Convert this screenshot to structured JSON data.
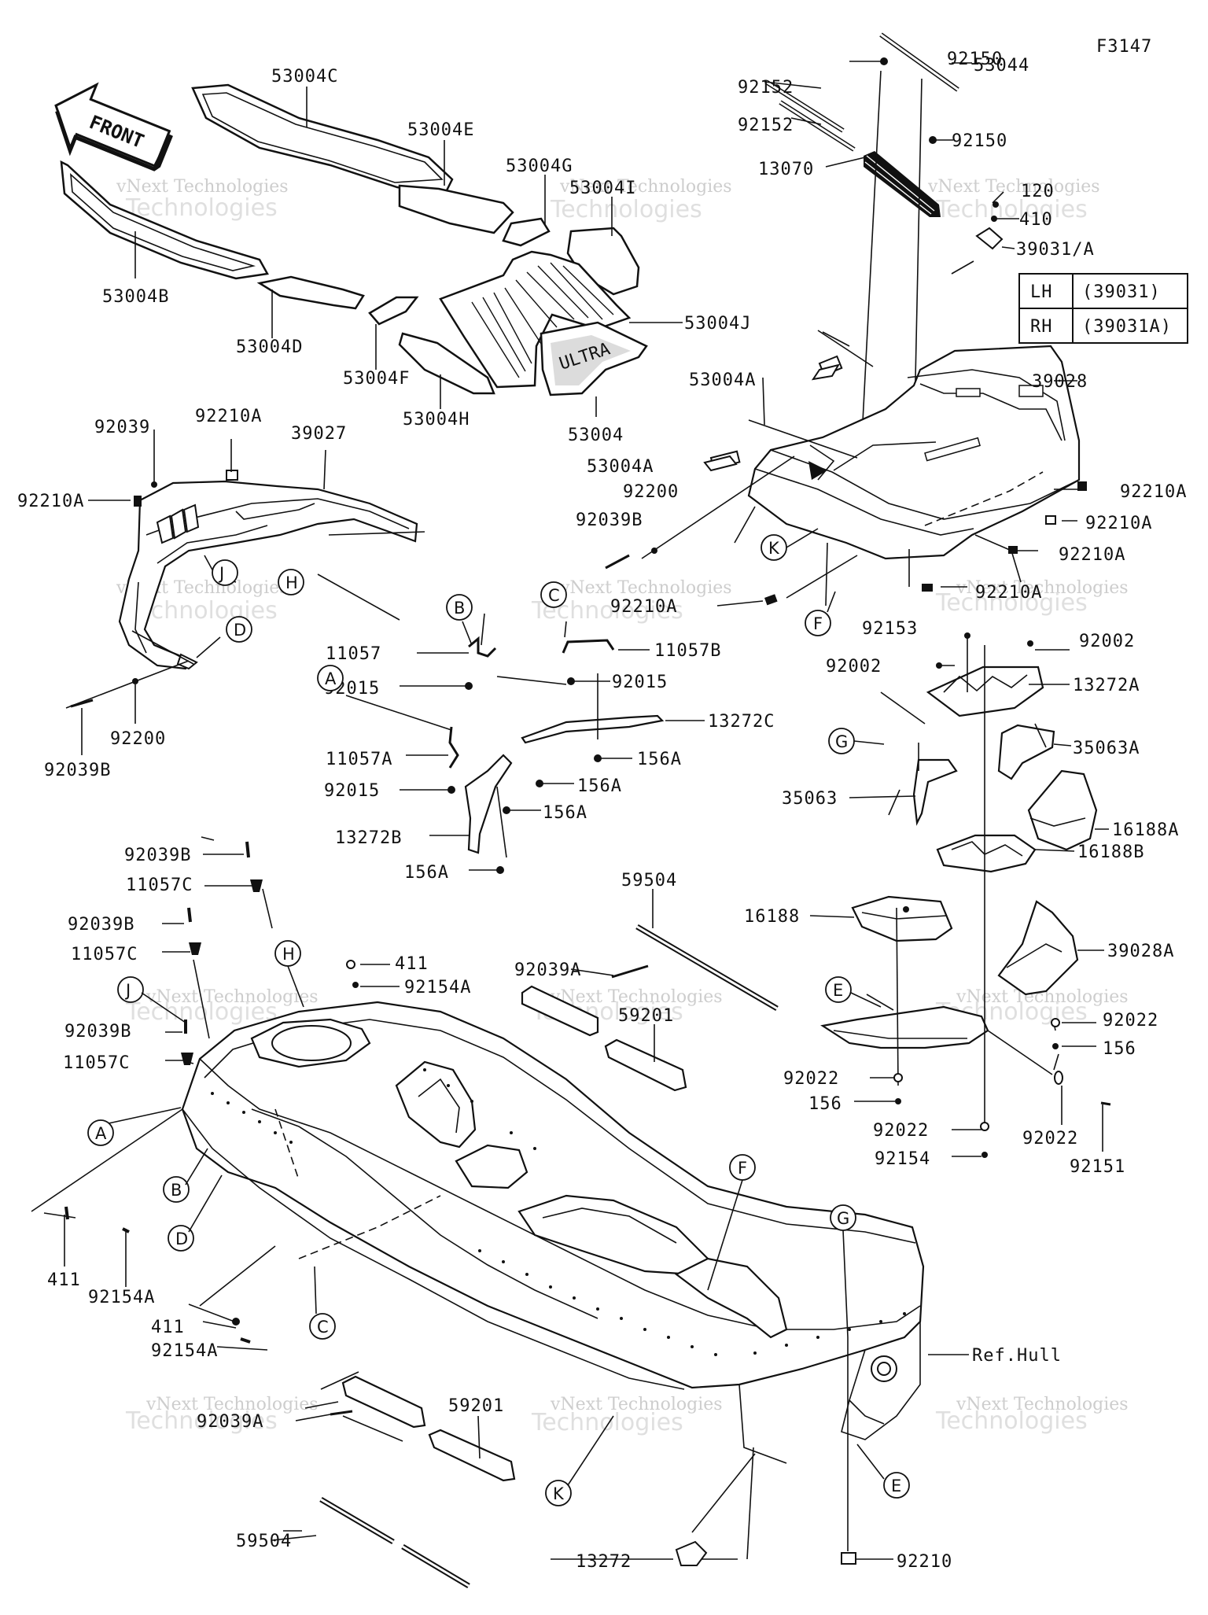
{
  "figure_code": "F3147",
  "front_arrow": "FRONT",
  "table": {
    "rows": [
      {
        "side": "LH",
        "part": "(39031)"
      },
      {
        "side": "RH",
        "part": "(39031A)"
      }
    ]
  },
  "labels": {
    "p53004C": "53004C",
    "p53004E": "53004E",
    "p53004G": "53004G",
    "p53004I": "53004I",
    "p53004B": "53004B",
    "p53004D": "53004D",
    "p53004F": "53004F",
    "p53004H": "53004H",
    "p53004": "53004",
    "p53004J": "53004J",
    "p53004A_1": "53004A",
    "p53004A_2": "53004A",
    "p92150_1": "92150",
    "p92150_2": "92150",
    "p53044": "53044",
    "p92152_1": "92152",
    "p92152_2": "92152",
    "p13070": "13070",
    "p92120": "120",
    "p410": "410",
    "p39031A": "39031/A",
    "p39028": "39028",
    "p92210A_r1": "92210A",
    "p92210A_r2": "92210A",
    "p92210A_r3": "92210A",
    "p92210A_r4": "92210A",
    "p92210A_m": "92210A",
    "p92200_m": "92200",
    "p92039B_m": "92039B",
    "p92039": "92039",
    "p92210A_l1": "92210A",
    "p92210A_l2": "92210A",
    "p39027": "39027",
    "p92200_l": "92200",
    "p92039B_l": "92039B",
    "p11057": "11057",
    "p92015_1": "92015",
    "p11057B": "11057B",
    "p92015_2": "92015",
    "p13272C": "13272C",
    "p11057A": "11057A",
    "p92015_3": "92015",
    "p156A_1": "156A",
    "p156A_2": "156A",
    "p156A_3": "156A",
    "p156A_4": "156A",
    "p13272B": "13272B",
    "p92153": "92153",
    "p92002_1": "92002",
    "p92002_2": "92002",
    "p13272A": "13272A",
    "p35063A": "35063A",
    "p35063": "35063",
    "p16188A": "16188A",
    "p16188B": "16188B",
    "p16188": "16188",
    "p39028A": "39028A",
    "p92022_1": "92022",
    "p156_1": "156",
    "p92022_2": "92022",
    "p156_2": "156",
    "p92022_3": "92022",
    "p92022_4": "92022",
    "p92154": "92154",
    "p92151": "92151",
    "p92039B_a": "92039B",
    "p11057C_a": "11057C",
    "p92039B_b": "92039B",
    "p11057C_b": "11057C",
    "p92039B_c": "92039B",
    "p11057C_c": "11057C",
    "p411_a": "411",
    "p92154A_a": "92154A",
    "p59504_a": "59504",
    "p92039A_a": "92039A",
    "p59201_a": "59201",
    "p411_b": "411",
    "p92154A_b": "92154A",
    "p411_c": "411",
    "p92154A_c": "92154A",
    "p92039A_b": "92039A",
    "p59201_b": "59201",
    "p59504_b": "59504",
    "p13272": "13272",
    "p92210": "92210",
    "ref_hull": "Ref.Hull"
  },
  "callouts": {
    "A1": "A",
    "B1": "B",
    "C1": "C",
    "D1": "D",
    "E1": "E",
    "F1": "F",
    "G1": "G",
    "H1": "H",
    "J1": "J",
    "K1": "K",
    "A2": "A",
    "B2": "B",
    "C2": "C",
    "D2": "D",
    "E2": "E",
    "F2": "F",
    "G2": "G",
    "H2": "H",
    "J2": "J",
    "K2": "K"
  },
  "watermark": {
    "company": "vNext Technologies",
    "big": "Technologies"
  }
}
